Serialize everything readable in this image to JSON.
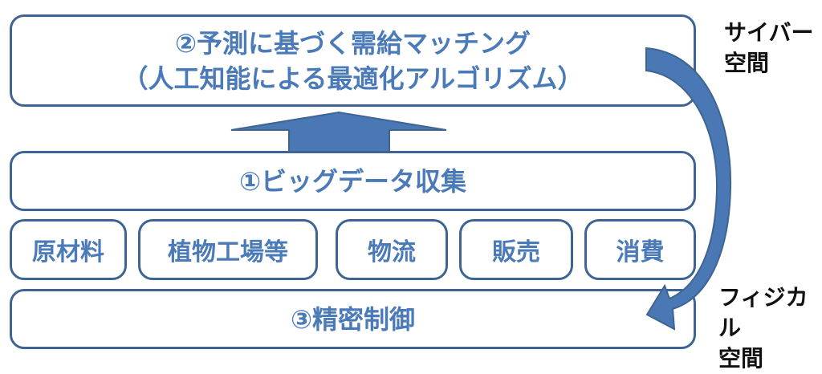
{
  "top_box": {
    "line1": "②予測に基づく需給マッチング",
    "line2": "（人工知能による最適化アルゴリズム）"
  },
  "middle_box": {
    "label": "①ビッグデータ収集"
  },
  "sources": [
    "原材料",
    "植物工場等",
    "物流",
    "販売",
    "消費"
  ],
  "bottom_box": {
    "label": "③精密制御"
  },
  "side_labels": {
    "cyber_1": "サイバー",
    "cyber_2": "空間",
    "physical_1": "フィジカル",
    "physical_2": "空間"
  },
  "colors": {
    "text": "#4a7ab8",
    "border": "#3f6494",
    "arrow": "#4a78b4"
  }
}
